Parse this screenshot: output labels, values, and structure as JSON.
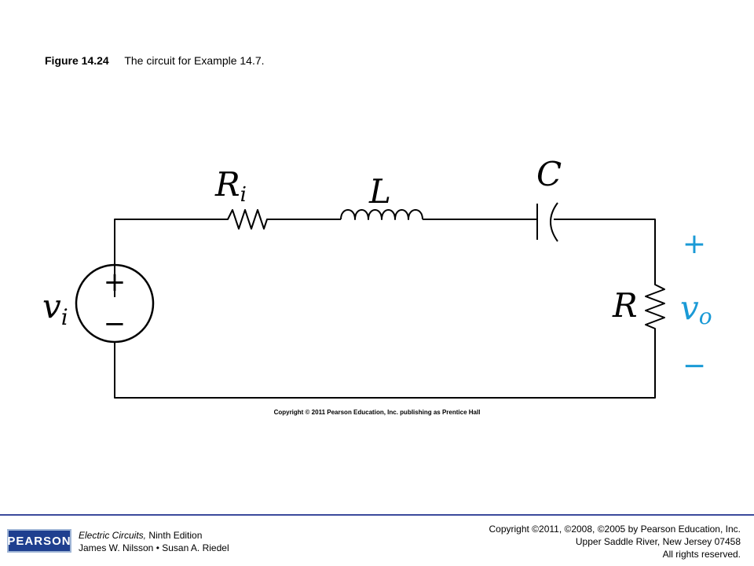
{
  "caption": {
    "figure_number": "Figure 14.24",
    "text": "The circuit for Example 14.7."
  },
  "circuit": {
    "labels": {
      "source_symbol": "v",
      "source_subscript": "i",
      "source_plus": "+",
      "source_minus": "−",
      "series_resistor_symbol": "R",
      "series_resistor_subscript": "i",
      "inductor": "L",
      "capacitor": "C",
      "load_resistor": "R",
      "output_symbol": "v",
      "output_subscript": "o",
      "output_plus": "+",
      "output_minus": "−"
    },
    "copyright": "Copyright © 2011 Pearson Education, Inc. publishing as Prentice Hall"
  },
  "footer": {
    "logo": "PEARSON",
    "book_title": "Electric Circuits,",
    "book_edition": " Ninth Edition",
    "authors": "James W. Nilsson • Susan A. Riedel",
    "copyright_line1": "Copyright ©2011, ©2008, ©2005 by Pearson Education, Inc.",
    "copyright_line2": "Upper Saddle River, New Jersey 07458",
    "copyright_line3": "All rights reserved."
  },
  "colors": {
    "wire": "#000000",
    "output_label": "#1a9ad6",
    "footer_rule": "#3b4a9c",
    "logo_background": "#1f3f8f"
  }
}
